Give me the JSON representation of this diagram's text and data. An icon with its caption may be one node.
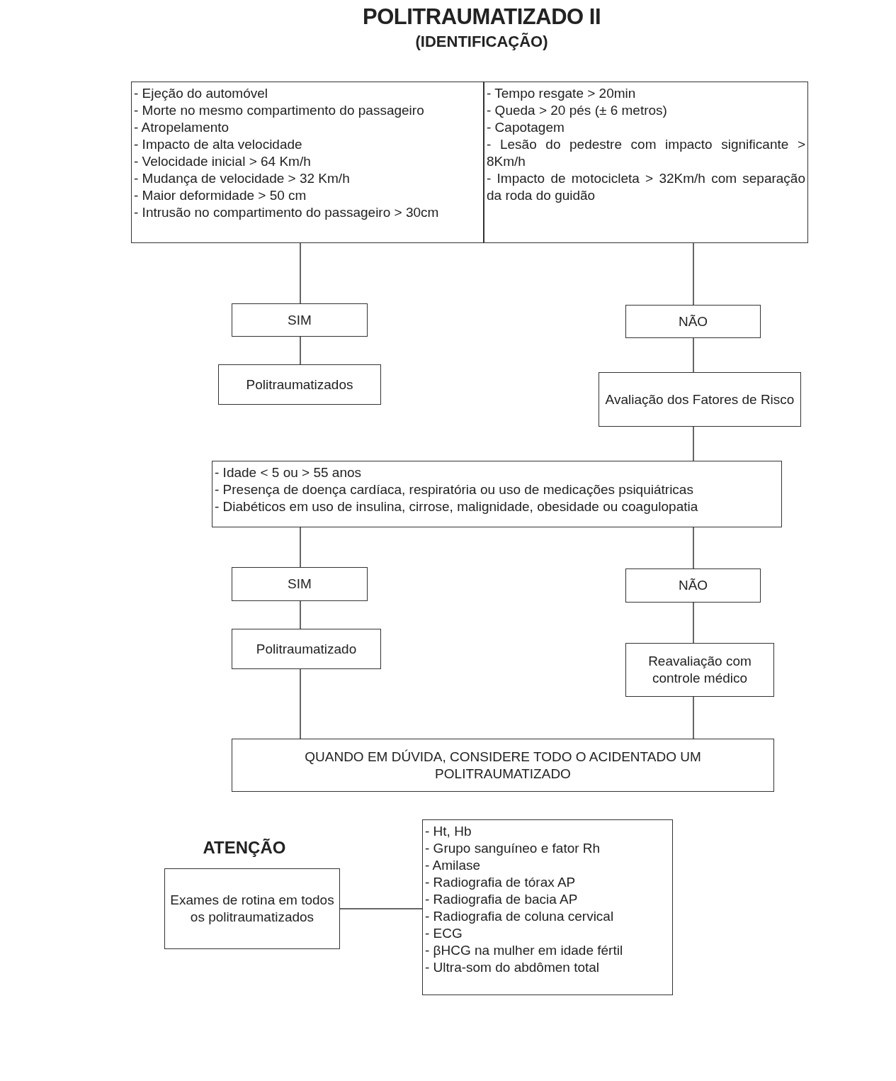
{
  "diagram": {
    "title": "POLITRAUMATIZADO II",
    "nodes": [
      {
        "text": [
          "- Ejeção do automóvel",
          "- Morte no mesmo compartimento do passageiro",
          "- Atropelamento",
          "- Impacto de alta velocidade",
          "- Velocidade inicial > 64 Km/h",
          "- Mudança de velocidade > 32 Km/h",
          "- Maior deformidade > 50 cm",
          "- Intrusão no compartimento do passageiro > 30cm"
        ]
      },
      {
        "text": [
          "- Tempo resgate > 20min",
          "- Queda > 20 pés (± 6 metros)",
          "- Capotagem",
          "- Lesão do pedestre com impacto significante > 8Km/h",
          "- Impacto de motocicleta > 32Km/h com separação da roda do guidão"
        ]
      },
      {
        "text": [
          "SIM"
        ]
      },
      {
        "text": [
          "NÃO"
        ]
      },
      {
        "text": [
          "Politraumatizados"
        ]
      },
      {
        "text": [
          "Avaliação dos Fatores de Risco"
        ]
      },
      {
        "text": [
          "- Idade < 5 ou > 55 anos",
          "- Presença de doença cardíaca, respiratória ou uso de medicações psiquiátricas",
          "- Diabéticos em uso de insulina, cirrose, malignidade, obesidade ou coagulopatia"
        ]
      },
      {
        "text": [
          "SIM"
        ]
      },
      {
        "text": [
          "NÃO"
        ]
      },
      {
        "text": [
          "Politraumatizado"
        ]
      },
      {
        "text": [
          "Reavaliação com controle médico"
        ]
      },
      {
        "text": [
          "QUANDO EM DÚVIDA, CONSIDERE TODO O ACIDENTADO UM POLITRAUMATIZADO"
        ]
      },
      {
        "text": [
          "Exames de rotina em todos os politraumatizados"
        ]
      },
      {
        "text": [
          "- Ht, Hb",
          "- Grupo sanguíneo e fator Rh",
          "- Amilase",
          "- Radiografia de tórax AP",
          "- Radiografia de bacia AP",
          "- Radiografia de coluna cervical",
          "- ECG",
          "- βHCG na mulher em idade fértil",
          "- Ultra-som do abdômen total"
        ]
      }
    ],
    "edges": [
      {
        "from": 0,
        "to": 2,
        "arrow": "none"
      },
      {
        "from": 2,
        "to": 4,
        "arrow": "none"
      },
      {
        "from": 1,
        "to": 3,
        "arrow": "none"
      },
      {
        "from": 3,
        "to": 5,
        "arrow": "none"
      },
      {
        "from": 5,
        "to": 6,
        "arrow": "none"
      },
      {
        "from": 6,
        "to": 7,
        "arrow": "none"
      },
      {
        "from": 6,
        "to": 8,
        "arrow": "none"
      },
      {
        "from": 7,
        "to": 9,
        "arrow": "none"
      },
      {
        "from": 8,
        "to": 10,
        "arrow": "none"
      },
      {
        "from": 9,
        "to": 11,
        "arrow": "none"
      },
      {
        "from": 10,
        "to": 11,
        "arrow": "none"
      },
      {
        "from": 12,
        "to": 13,
        "arrow": "none"
      }
    ],
    "labels": [
      "(IDENTIFICAÇÃO)",
      "ATENÇÃO"
    ]
  }
}
